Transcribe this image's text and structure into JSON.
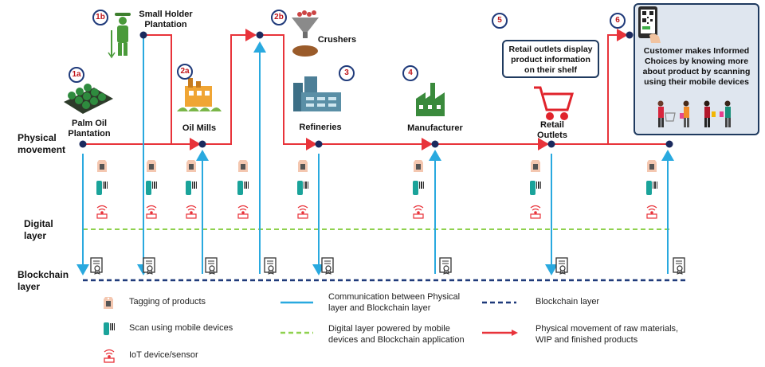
{
  "rows": {
    "physical": "Physical\nmovement",
    "digital": "Digital\nlayer",
    "blockchain": "Blockchain\nlayer"
  },
  "stages": [
    {
      "num": "1a",
      "label": "Palm Oil\nPlantation"
    },
    {
      "num": "1b",
      "label": "Small Holder\nPlantation"
    },
    {
      "num": "2a",
      "label": "Oil Mills"
    },
    {
      "num": "2b",
      "label": "Crushers"
    },
    {
      "num": "3",
      "label": "Refineries"
    },
    {
      "num": "4",
      "label": "Manufacturer"
    },
    {
      "num": "5",
      "label": "Retail\nOutlets"
    },
    {
      "num": "6",
      "label": ""
    }
  ],
  "callouts": {
    "retail": "Retail outlets display product information on their shelf",
    "customer": "Customer makes Informed Choices by knowing more about product by scanning using their mobile devices"
  },
  "legend": {
    "tagging": "Tagging of products",
    "scan": "Scan using mobile devices",
    "iot": "IoT device/sensor",
    "communication": "Communication between Physical\nlayer and Blockchain layer",
    "digital": "Digital layer powered by mobile\ndevices and Blockchain application",
    "blockchain": "Blockchain layer",
    "physical": "Physical movement of raw materials,\nWIP and finished products"
  },
  "colors": {
    "physical_line": "#e8333a",
    "communication_line": "#29a9df",
    "digital_line": "#8fd14f",
    "blockchain_line": "#1f3a7a",
    "node": "#1b2a5e"
  }
}
